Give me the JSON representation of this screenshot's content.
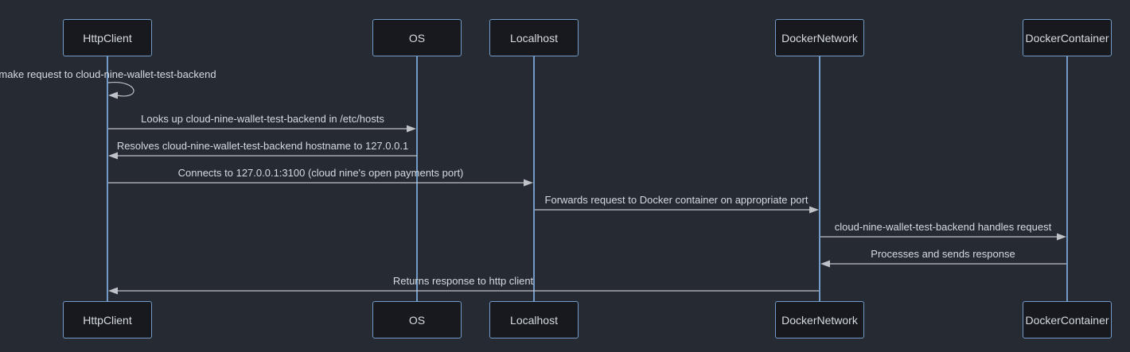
{
  "diagram": {
    "type": "sequence-diagram",
    "actors": [
      {
        "name": "HttpClient"
      },
      {
        "name": "OS"
      },
      {
        "name": "Localhost"
      },
      {
        "name": "DockerNetwork"
      },
      {
        "name": "DockerContainer"
      }
    ],
    "messages": [
      {
        "from": "HttpClient",
        "to": "HttpClient",
        "kind": "self",
        "label": "make request to cloud-nine-wallet-test-backend"
      },
      {
        "from": "HttpClient",
        "to": "OS",
        "kind": "solid-arrow",
        "label": "Looks up cloud-nine-wallet-test-backend in /etc/hosts"
      },
      {
        "from": "OS",
        "to": "HttpClient",
        "kind": "solid-arrow",
        "label": "Resolves cloud-nine-wallet-test-backend hostname to 127.0.0.1"
      },
      {
        "from": "HttpClient",
        "to": "Localhost",
        "kind": "solid-arrow",
        "label": "Connects to 127.0.0.1:3100 (cloud nine's open payments port)"
      },
      {
        "from": "Localhost",
        "to": "DockerNetwork",
        "kind": "solid-arrow",
        "label": "Forwards request to Docker container on appropriate port"
      },
      {
        "from": "DockerNetwork",
        "to": "DockerContainer",
        "kind": "solid-arrow",
        "label": "cloud-nine-wallet-test-backend handles request"
      },
      {
        "from": "DockerContainer",
        "to": "DockerNetwork",
        "kind": "solid-arrow",
        "label": "Processes and sends response"
      },
      {
        "from": "DockerNetwork",
        "to": "HttpClient",
        "kind": "solid-arrow",
        "label": "Returns response to http client"
      }
    ],
    "colors": {
      "background": "#262b33",
      "actor_fill": "#17191e",
      "actor_border": "#729bc7",
      "lifeline": "#729bc7",
      "message_text": "#d5dae0",
      "arrow": "#bfc3c8"
    }
  }
}
